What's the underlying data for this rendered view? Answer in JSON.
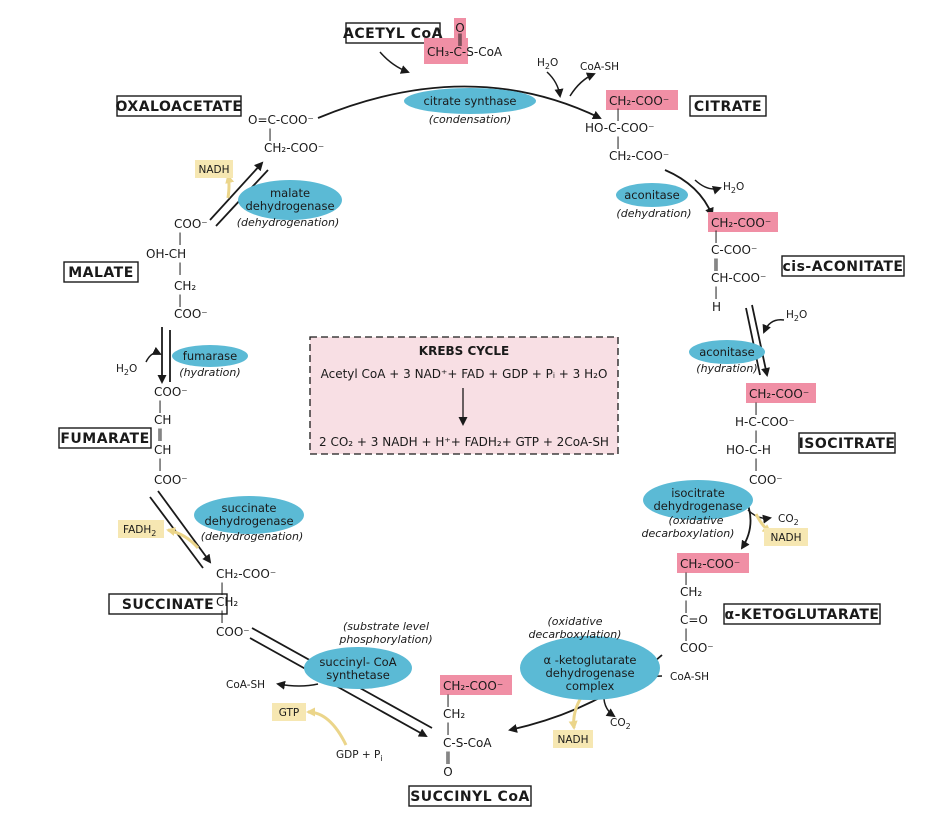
{
  "colors": {
    "enzyme": "#5bbad5",
    "highlight": "#f08fa5",
    "cofactor": "#f6e7b2",
    "cofactor_arrow": "#ebd58a",
    "box_fill": "#f8dfe4"
  },
  "labels": {
    "acetyl": "ACETYL CoA",
    "oxalo": "OXALOACETATE",
    "citrate": "CITRATE",
    "cisacon": "cis-ACONITATE",
    "isocit": "ISOCITRATE",
    "aketo": "α-KETOGLUTARATE",
    "succoa": "SUCCINYL CoA",
    "succ": "SUCCINATE",
    "fum": "FUMARATE",
    "mal": "MALATE"
  },
  "enzymes": {
    "cs": {
      "l1": "citrate synthase",
      "p": "(condensation)"
    },
    "acon1": {
      "l1": "aconitase",
      "p": "(dehydration)"
    },
    "acon2": {
      "l1": "aconitase",
      "p": "(hydration)"
    },
    "idh": {
      "l1": "isocitrate",
      "l2": "dehydrogenase",
      "p1": "(oxidative",
      "p2": "decarboxylation)"
    },
    "akdh": {
      "p1": "(oxidative",
      "p2": "decarboxylation)",
      "l1": "α -ketoglutarate",
      "l2": "dehydrogenase",
      "l3": "complex"
    },
    "scs": {
      "p1": "(substrate level",
      "p2": "phosphorylation)",
      "l1": "succinyl- CoA",
      "l2": "synthetase"
    },
    "sdh": {
      "l1": "succinate",
      "l2": "dehydrogenase",
      "p": "(dehydrogenation)"
    },
    "fumase": {
      "l1": "fumarase",
      "p": "(hydration)"
    },
    "mdh": {
      "l1": "malate",
      "l2": "dehydrogenase",
      "p": "(dehydrogenation)"
    }
  },
  "cofactors": {
    "h2o": "H",
    "h2o_sub": "2",
    "h2o_o": "O",
    "coash": "CoA-SH",
    "co2": "CO",
    "co2_sub": "2",
    "nadh": "NADH",
    "fadh": "FADH",
    "fadh_sub": "2",
    "gtp": "GTP",
    "gdp": "GDP + P",
    "gdp_sub": "i"
  },
  "summary": {
    "title": "KREBS CYCLE",
    "line1": "Acetyl CoA + 3 NAD⁺+ FAD + GDP + Pᵢ + 3 H₂O",
    "line2": "2 CO₂ + 3 NADH + H⁺+ FADH₂+ GTP + 2CoA-SH"
  },
  "chem": {
    "o": "O",
    "dbl": "‖",
    "bond": "|",
    "acetyl_formula": "CH₃-C-S-CoA",
    "ch2coo": "CH₂-COO⁻",
    "coo": "COO⁻",
    "hococoo": "HO-C-COO⁻",
    "ccoo": "C-COO⁻",
    "chcoo": "CH-COO⁻",
    "h": "H",
    "hccoo": "H-C-COO⁻",
    "hoch": "HO-C-H",
    "ch2": "CH₂",
    "co": "C=O",
    "cscoa": "C-S-CoA",
    "ch": "CH",
    "ohch": "OH-CH",
    "ococoo": "O=C-COO⁻"
  }
}
